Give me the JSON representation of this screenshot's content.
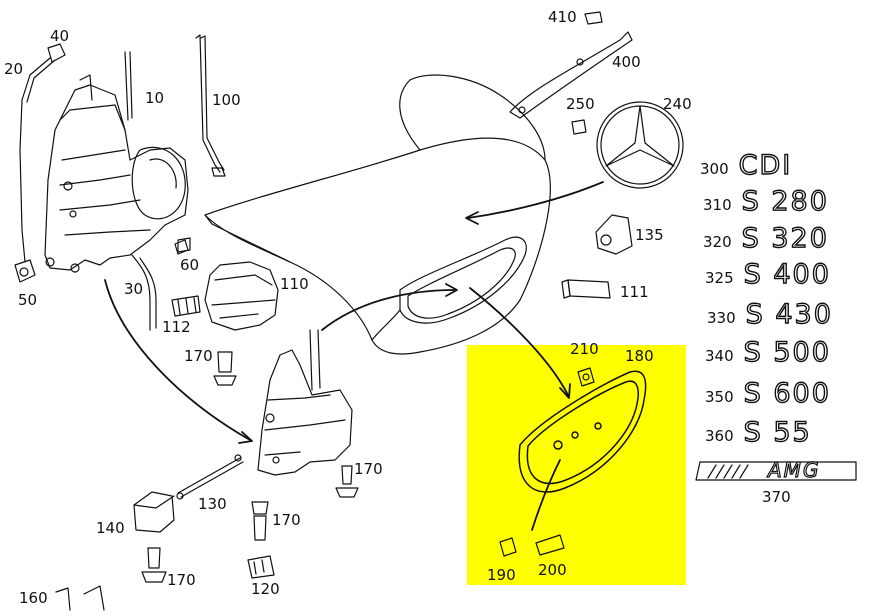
{
  "highlight_color": "#ffff00",
  "callouts": [
    {
      "id": "p20",
      "text": "20"
    },
    {
      "id": "p40",
      "text": "40"
    },
    {
      "id": "p10",
      "text": "10"
    },
    {
      "id": "p100",
      "text": "100"
    },
    {
      "id": "p50",
      "text": "50"
    },
    {
      "id": "p30",
      "text": "30"
    },
    {
      "id": "p60",
      "text": "60"
    },
    {
      "id": "p112",
      "text": "112"
    },
    {
      "id": "p110",
      "text": "110"
    },
    {
      "id": "p170a",
      "text": "170"
    },
    {
      "id": "p170b",
      "text": "170"
    },
    {
      "id": "p130",
      "text": "130"
    },
    {
      "id": "p170c",
      "text": "170"
    },
    {
      "id": "p140",
      "text": "140"
    },
    {
      "id": "p170d",
      "text": "170"
    },
    {
      "id": "p120",
      "text": "120"
    },
    {
      "id": "p160",
      "text": "160"
    },
    {
      "id": "p410",
      "text": "410"
    },
    {
      "id": "p400",
      "text": "400"
    },
    {
      "id": "p250",
      "text": "250"
    },
    {
      "id": "p240",
      "text": "240"
    },
    {
      "id": "p135",
      "text": "135"
    },
    {
      "id": "p111",
      "text": "111"
    },
    {
      "id": "p210",
      "text": "210"
    },
    {
      "id": "p180",
      "text": "180"
    },
    {
      "id": "p190",
      "text": "190"
    },
    {
      "id": "p200",
      "text": "200"
    },
    {
      "id": "p370",
      "text": "370"
    }
  ],
  "badges": [
    {
      "code": "300",
      "text": "CDI"
    },
    {
      "code": "310",
      "text": "S 280"
    },
    {
      "code": "320",
      "text": "S 320"
    },
    {
      "code": "325",
      "text": "S 400"
    },
    {
      "code": "330",
      "text": "S 430"
    },
    {
      "code": "340",
      "text": "S 500"
    },
    {
      "code": "350",
      "text": "S 600"
    },
    {
      "code": "360",
      "text": "S 55"
    }
  ],
  "amg_logo_text": "AMG"
}
